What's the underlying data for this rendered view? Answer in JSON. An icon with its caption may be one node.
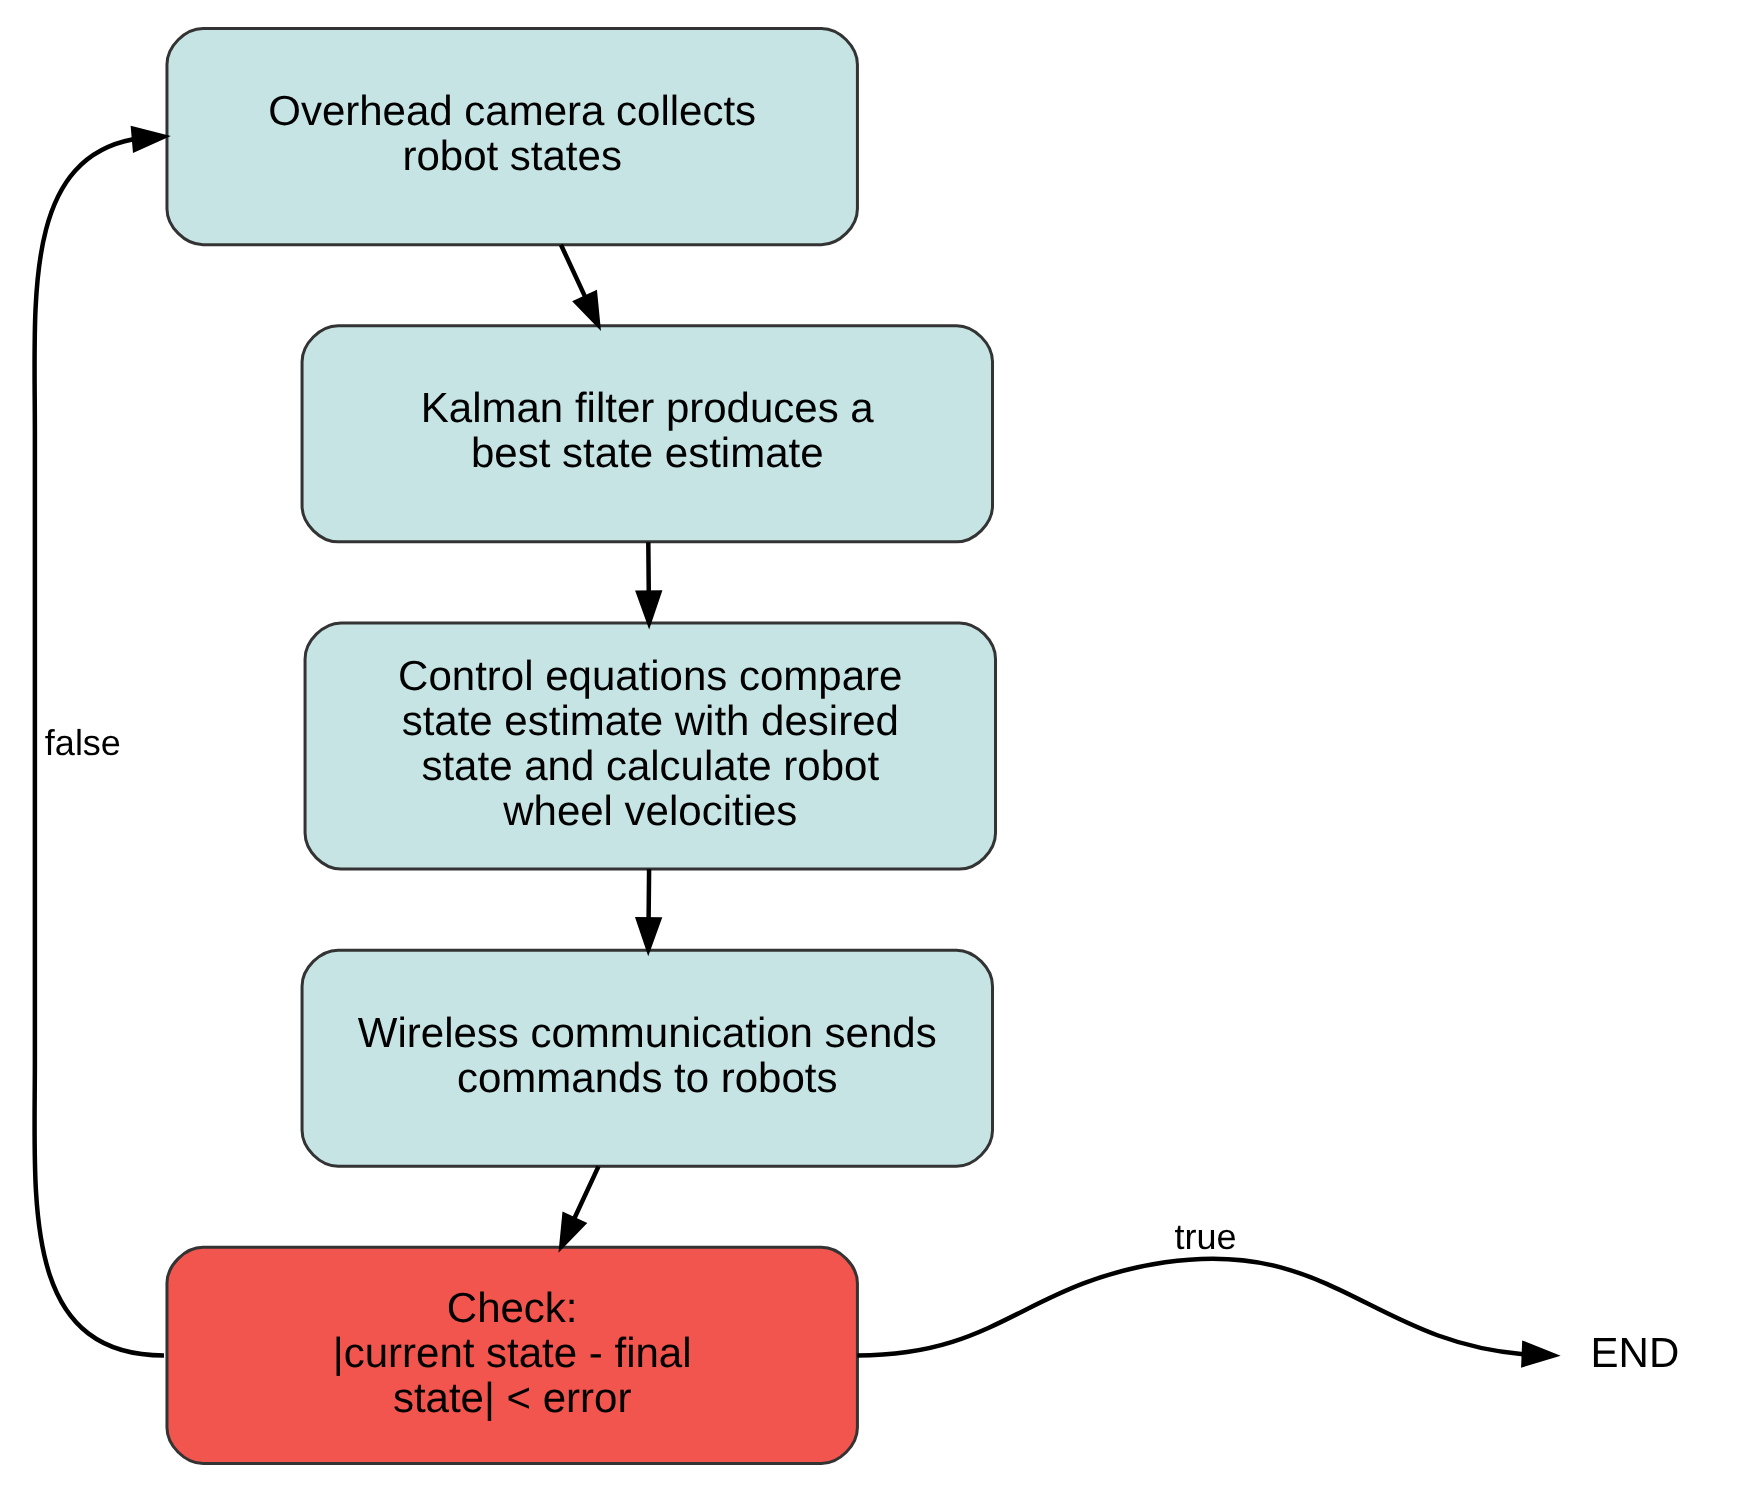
{
  "diagram": {
    "nodes": [
      {
        "text": [
          "Overhead camera collects robot states"
        ]
      },
      {
        "text": [
          "Kalman filter produces a best state estimate"
        ]
      },
      {
        "text": [
          "Control equations compare state estimate with desired state and calculate robot wheel velocities"
        ]
      },
      {
        "text": [
          "Wireless communication sends commands to robots"
        ]
      },
      {
        "text": [
          "Check:",
          "|current state - final state| < error"
        ]
      },
      {
        "text": [
          "END"
        ]
      }
    ],
    "edges": [
      {
        "from": 0,
        "to": 1,
        "arrow": "to"
      },
      {
        "from": 1,
        "to": 2,
        "arrow": "to"
      },
      {
        "from": 2,
        "to": 3,
        "arrow": "to"
      },
      {
        "from": 3,
        "to": 4,
        "arrow": "to"
      },
      {
        "from": 4,
        "to": 0,
        "arrow": "to",
        "label": "false"
      },
      {
        "from": 4,
        "to": 5,
        "arrow": "to",
        "label": "true"
      }
    ]
  }
}
